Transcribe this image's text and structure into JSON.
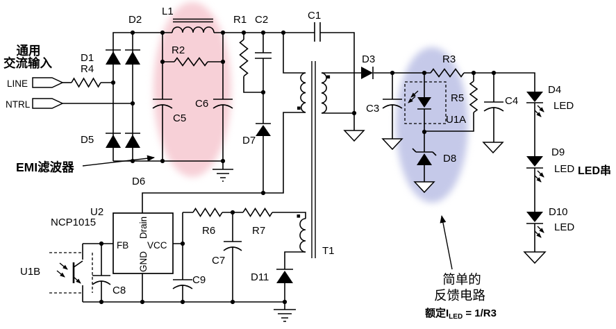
{
  "schematic": {
    "input": {
      "title_line1": "通用",
      "title_line2": "交流输入",
      "line_label": "LINE",
      "neutral_label": "NTRL"
    },
    "bridge": {
      "d1": "D1",
      "r4": "R4",
      "d2": "D2",
      "d5": "D5",
      "d6": "D6"
    },
    "emi": {
      "label": "EMI滤波器",
      "l1": "L1",
      "r2": "R2",
      "c5": "C5",
      "c6": "C6"
    },
    "primary_side": {
      "r1": "R1",
      "c2": "C2",
      "c1": "C1",
      "d7": "D7",
      "t1": "T1",
      "r6": "R6",
      "r7": "R7",
      "c7": "C7",
      "c9": "C9",
      "d11": "D11"
    },
    "controller": {
      "ref": "U2",
      "part": "NCP1015",
      "pin_fb": "FB",
      "pin_vcc": "VCC",
      "pin_drain": "Drain",
      "pin_gnd": "GND"
    },
    "opto": {
      "u1b": "U1B",
      "u1a": "U1A",
      "c8": "C8"
    },
    "output": {
      "d3": "D3",
      "c3": "C3",
      "r3": "R3",
      "r5": "R5",
      "d8": "D8",
      "c4": "C4"
    },
    "led_string": {
      "d4": "D4",
      "d9": "D9",
      "d10": "D10",
      "led": "LED",
      "title": "LED串"
    },
    "notes": {
      "feedback_line1": "简单的",
      "feedback_line2": "反馈电路",
      "rated_prefix": "额定I",
      "rated_sub": "LED",
      "rated_suffix": " = 1/R3"
    },
    "highlights": {
      "emi_fill": "#f7d0d7",
      "feedback_fill": "#c5c9e9"
    }
  }
}
